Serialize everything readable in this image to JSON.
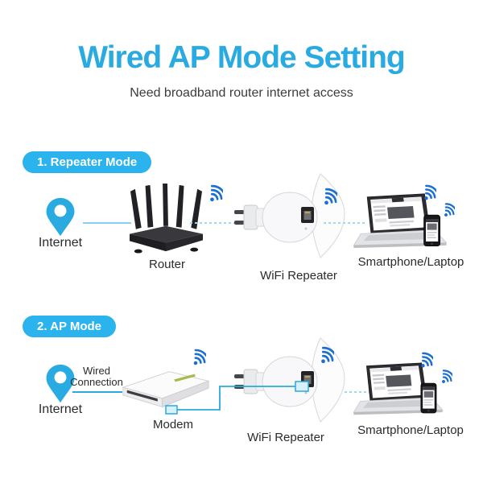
{
  "header": {
    "title": "Wired AP Mode Setting",
    "subtitle": "Need broadband router internet access"
  },
  "sections": [
    {
      "badge": "1. Repeater Mode",
      "nodes": {
        "internet": "Internet",
        "router": "Router",
        "repeater": "WiFi Repeater",
        "client": "Smartphone/Laptop"
      },
      "connections": [
        "solid",
        "dashed-wireless",
        "dashed-wireless"
      ]
    },
    {
      "badge": "2. AP Mode",
      "wired_connection": "Wired Connection",
      "nodes": {
        "internet": "Internet",
        "modem": "Modem",
        "repeater": "WiFi Repeater",
        "client": "Smartphone/Laptop"
      },
      "connections": [
        "solid",
        "ethernet-wire",
        "dashed-wireless"
      ]
    }
  ],
  "colors": {
    "title": "#29abe2",
    "badge_bg": "#2bb3ee",
    "badge_text": "#ffffff",
    "wifi_icon": "#1b6fd1",
    "pin": "#29abe2",
    "line_solid_light": "#85d1ef",
    "line_dashed": "#9fd8ef",
    "ethernet_wire": "#29a9e0",
    "label_text": "#2b2b2b"
  },
  "icons": [
    "location-pin-icon",
    "wifi-signal-icon",
    "router-illustration",
    "wifi-repeater-illustration",
    "modem-illustration",
    "laptop-smartphone-illustration",
    "ethernet-connector-icon"
  ]
}
